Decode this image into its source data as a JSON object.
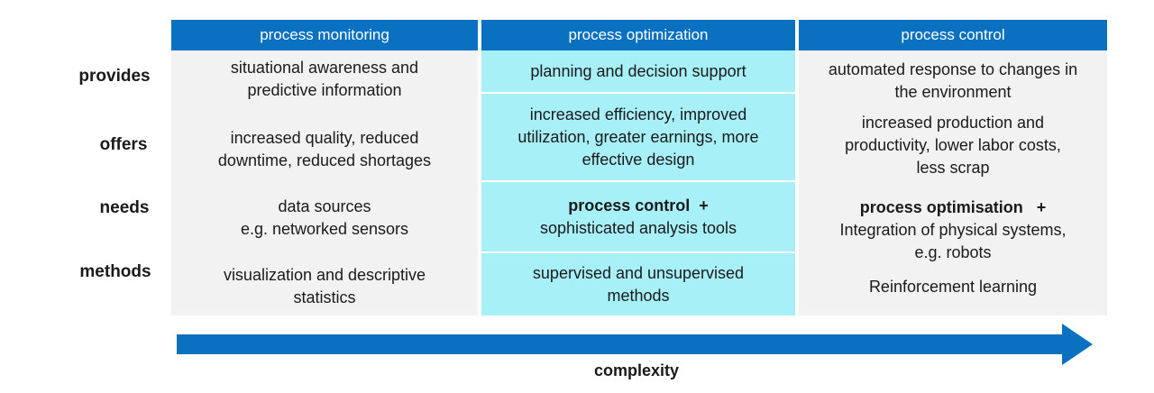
{
  "columns": [
    {
      "title": "process monitoring"
    },
    {
      "title": "process optimization"
    },
    {
      "title": "process control"
    }
  ],
  "row_labels": [
    "provides",
    "offers",
    "needs",
    "methods"
  ],
  "cells": {
    "monitoring": {
      "provides": [
        "situational awareness and",
        "predictive information"
      ],
      "offers": [
        "increased quality, reduced",
        "downtime, reduced shortages"
      ],
      "needs": [
        "data sources",
        "e.g. networked sensors"
      ],
      "methods": [
        "visualization and descriptive",
        "statistics"
      ]
    },
    "optimization": {
      "provides": [
        "planning  and decision support"
      ],
      "offers": [
        "increased efficiency, improved",
        "utilization, greater earnings, more",
        "effective design"
      ],
      "needs_bold": "process control  +",
      "needs": [
        "sophisticated analysis tools"
      ],
      "methods": [
        "supervised and unsupervised",
        "methods"
      ]
    },
    "control": {
      "provides": [
        "automated response to changes in",
        "the environment"
      ],
      "offers": [
        "increased production and",
        "productivity, lower labor costs,",
        "less scrap"
      ],
      "needs_bold": "process optimisation   +",
      "needs": [
        "Integration of physical systems,",
        "e.g. robots"
      ],
      "methods": [
        "Reinforcement learning"
      ]
    }
  },
  "axis_label": "complexity",
  "colors": {
    "header": "#0a70c0",
    "highlight": "#a8f0f8",
    "panel": "#f2f2f2",
    "arrow": "#0a70c0"
  }
}
